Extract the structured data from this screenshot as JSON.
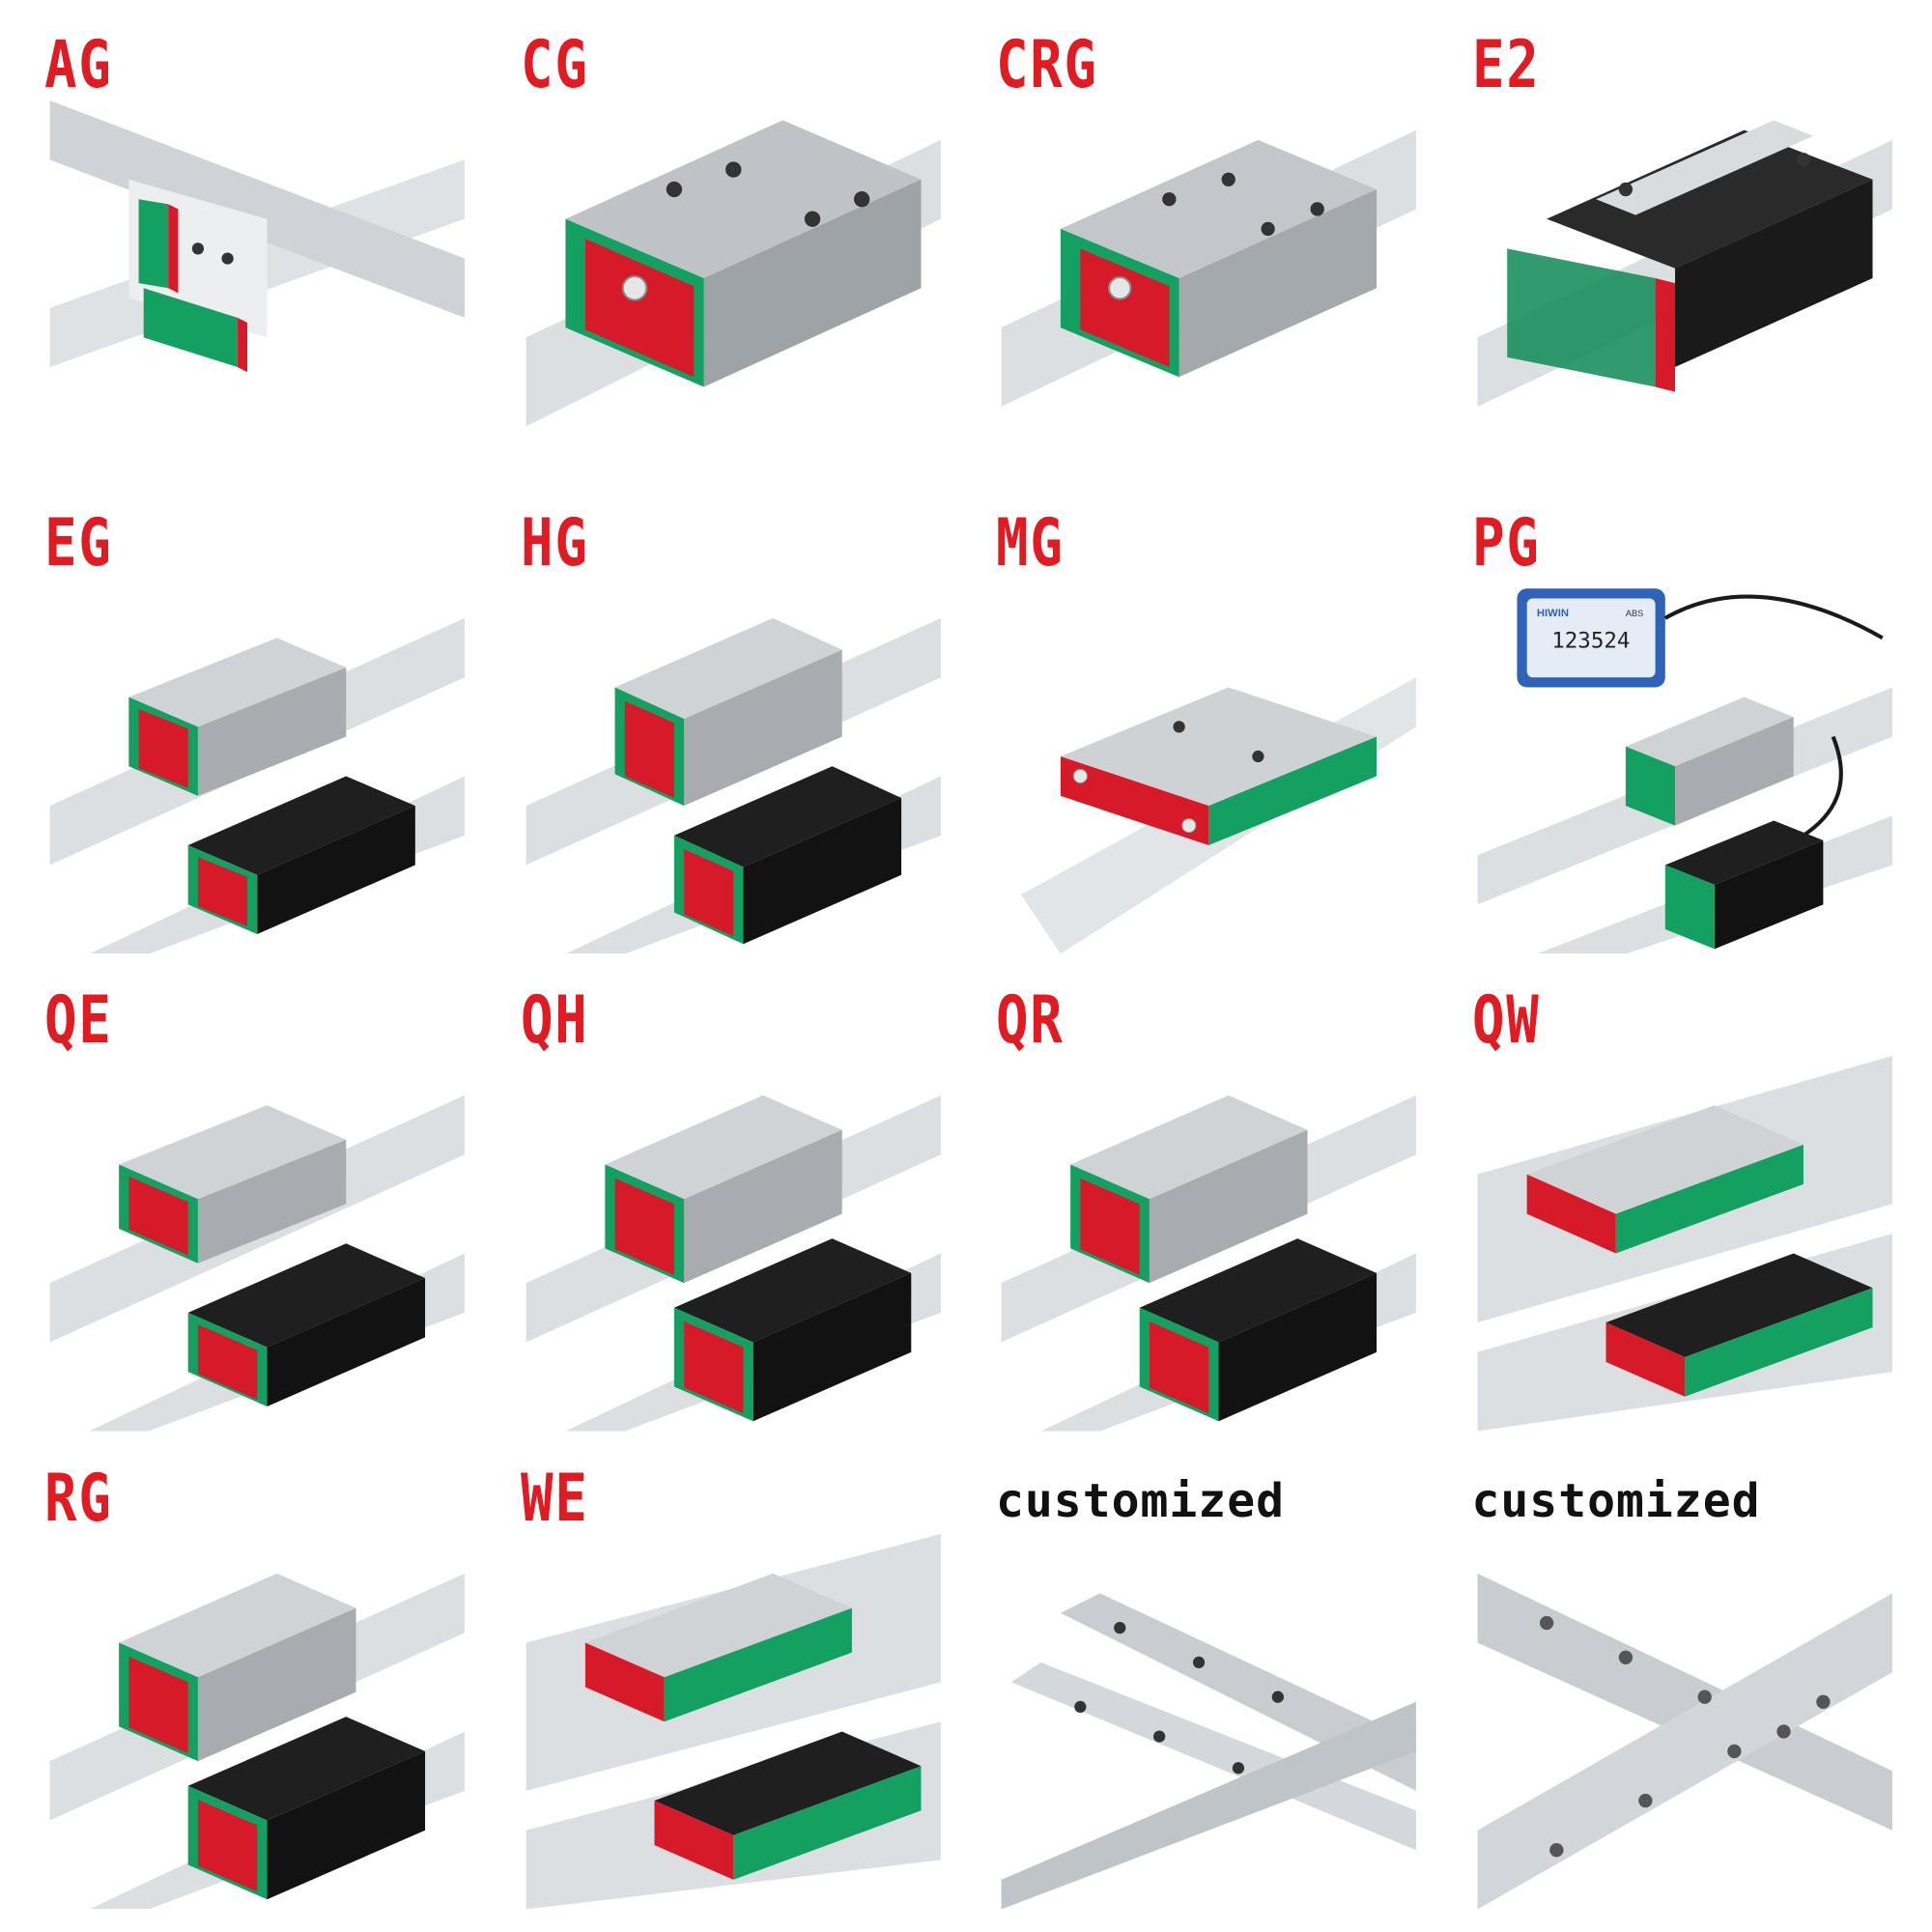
{
  "colors": {
    "label_red": "#e11b22",
    "custom_label": "#111111",
    "carriage_green": "#14a060",
    "end_cap_red": "#d61a2a",
    "rail_silver": "#d7dadd",
    "block_dark": "#1f1f1f"
  },
  "items": [
    {
      "label": "AG",
      "style": "cross"
    },
    {
      "label": "CG",
      "style": "single-large"
    },
    {
      "label": "CRG",
      "style": "single-large"
    },
    {
      "label": "E2",
      "style": "single-translucent"
    },
    {
      "label": "EG",
      "style": "pair"
    },
    {
      "label": "HG",
      "style": "pair"
    },
    {
      "label": "MG",
      "style": "single-mini"
    },
    {
      "label": "PG",
      "style": "pair-sensor",
      "display_brand": "HIWIN",
      "display_mode": "ABS",
      "display_value": "123524"
    },
    {
      "label": "QE",
      "style": "pair"
    },
    {
      "label": "QH",
      "style": "pair"
    },
    {
      "label": "QR",
      "style": "pair"
    },
    {
      "label": "QW",
      "style": "pair-wide"
    },
    {
      "label": "RG",
      "style": "pair"
    },
    {
      "label": "WE",
      "style": "pair-wide"
    },
    {
      "label": "customized",
      "style": "rails-cross"
    },
    {
      "label": "customized",
      "style": "rails-flat"
    }
  ]
}
